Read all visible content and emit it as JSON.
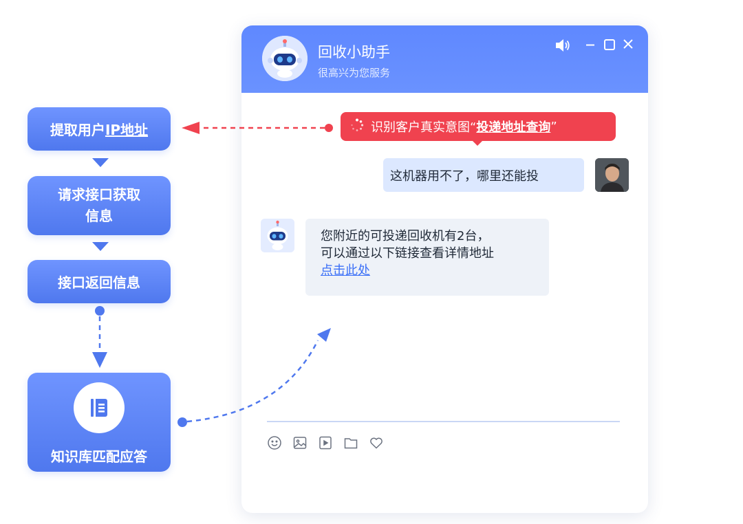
{
  "flow": {
    "step1": {
      "prefix": "提取用户",
      "underlined": "IP地址"
    },
    "step2": {
      "line1": "请求接口获取",
      "line2": "信息"
    },
    "step3": "接口返回信息",
    "step4": {
      "label": "知识库匹配应答",
      "icon": "book-icon"
    }
  },
  "window": {
    "title": "回收小助手",
    "subtitle": "很高兴为您服务",
    "controls": [
      "speaker-icon",
      "minimize-icon",
      "maximize-icon",
      "close-icon"
    ]
  },
  "intent": {
    "prefix": "识别客户真实意图“",
    "highlight": "投递地址查询",
    "suffix": "”",
    "icon": "loading-icon",
    "color": "#f0424f"
  },
  "messages": {
    "user": "这机器用不了，哪里还能投",
    "bot": {
      "line1": "您附近的可投递回收机有2台，",
      "line2": "可以通过以下链接查看详情地址",
      "link": "点击此处"
    }
  },
  "toolbar": [
    "emoji-icon",
    "image-icon",
    "video-icon",
    "folder-icon",
    "heart-icon"
  ],
  "colors": {
    "accent": "#5f88ff",
    "flow_box": "#4f78ee",
    "intent_red": "#f0424f",
    "user_bubble": "#dce8ff",
    "bot_bubble": "#eef2f8",
    "link": "#3a6ff7"
  }
}
